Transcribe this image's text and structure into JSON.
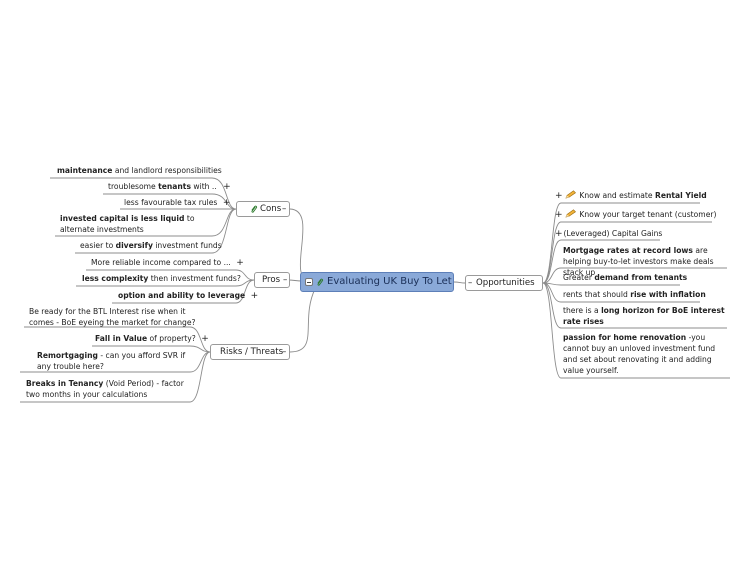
{
  "central": {
    "title": "Evaluating UK Buy To Let",
    "collapse": "–"
  },
  "branches": {
    "cons": {
      "label": "Cons",
      "collapse": "–"
    },
    "pros": {
      "label": "Pros",
      "collapse": "–"
    },
    "risks": {
      "label": "Risks / Threats",
      "collapse": "–"
    },
    "opportunities": {
      "label": "Opportunities",
      "collapse": "–"
    }
  },
  "cons_items": [
    {
      "bold": "maintenance",
      "rest": " and landlord responsibilities"
    },
    {
      "pre": "troublesome ",
      "bold": "tenants",
      "rest": " with ..",
      "expand": "+"
    },
    {
      "rest": "less favourable tax rules",
      "expand": "+"
    },
    {
      "bold": "invested capital is less liquid",
      "rest": " to alternate investments"
    },
    {
      "pre": "easier to ",
      "bold": "diversify",
      "rest": " investment funds"
    }
  ],
  "pros_items": [
    {
      "rest": "More reliable income compared to ...",
      "expand": "+"
    },
    {
      "bold": "less complexity",
      "rest": " then investment funds?"
    },
    {
      "bold": "option and ability to leverage",
      "expand": "+"
    }
  ],
  "risks_items": [
    {
      "rest": "Be ready for the BTL Interest rise when it comes - BoE eyeing the market for change?"
    },
    {
      "bold": "Fall in Value",
      "rest": " of property?",
      "expand": "+"
    },
    {
      "bold": "Remortgaging",
      "rest": " - can you afford SVR if any trouble here?"
    },
    {
      "bold": "Breaks in Tenancy",
      "rest": " (Void Period) - factor two months in your calculations"
    }
  ],
  "opp_items": [
    {
      "pre": "Know and estimate ",
      "bold": "Rental Yield",
      "expand": "+",
      "icon": "pencil-icon"
    },
    {
      "pre": "Know your target tenant (customer)",
      "expand": "+",
      "icon": "pencil-icon"
    },
    {
      "pre": "(Leveraged) Capital Gains",
      "expand": "+"
    },
    {
      "bold": "Mortgage rates at record lows",
      "rest": " are helping buy-to-let investors make deals stack up"
    },
    {
      "pre": "Greater ",
      "bold": "demand from tenants"
    },
    {
      "pre": "rents that should ",
      "bold": "rise with inflation"
    },
    {
      "pre": "there is a ",
      "bold": "long horizon for BoE interest rate rises"
    },
    {
      "bold": "passion for home renovation",
      "rest": " -you cannot buy an unloved investment fund and set about renovating it and adding value yourself."
    }
  ]
}
